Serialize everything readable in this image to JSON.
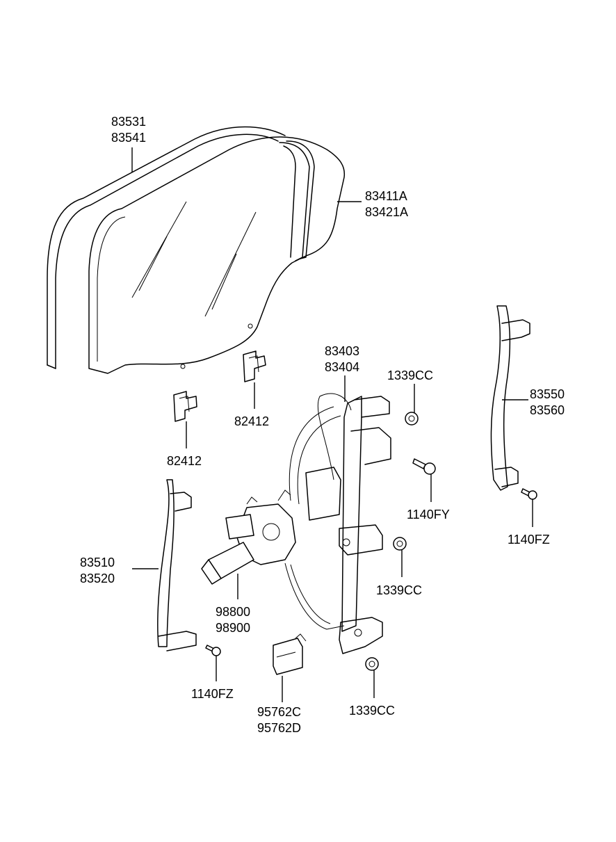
{
  "callouts": [
    {
      "id": "run-front",
      "lines": [
        "83531",
        "83541"
      ]
    },
    {
      "id": "door-glass",
      "lines": [
        "83411A",
        "83421A"
      ]
    },
    {
      "id": "regulator",
      "lines": [
        "83403",
        "83404"
      ]
    },
    {
      "id": "nut-upper",
      "lines": [
        "1339CC"
      ]
    },
    {
      "id": "run-rear",
      "lines": [
        "83550",
        "83560"
      ]
    },
    {
      "id": "clip-right",
      "lines": [
        "82412"
      ]
    },
    {
      "id": "clip-left",
      "lines": [
        "82412"
      ]
    },
    {
      "id": "bolt-fy",
      "lines": [
        "1140FY"
      ]
    },
    {
      "id": "bolt-fz-right",
      "lines": [
        "1140FZ"
      ]
    },
    {
      "id": "channel-front",
      "lines": [
        "83510",
        "83520"
      ]
    },
    {
      "id": "nut-middle",
      "lines": [
        "1339CC"
      ]
    },
    {
      "id": "motor",
      "lines": [
        "98800",
        "98900"
      ]
    },
    {
      "id": "bolt-fz-left",
      "lines": [
        "1140FZ"
      ]
    },
    {
      "id": "module",
      "lines": [
        "95762C",
        "95762D"
      ]
    },
    {
      "id": "nut-lower",
      "lines": [
        "1339CC"
      ]
    }
  ]
}
